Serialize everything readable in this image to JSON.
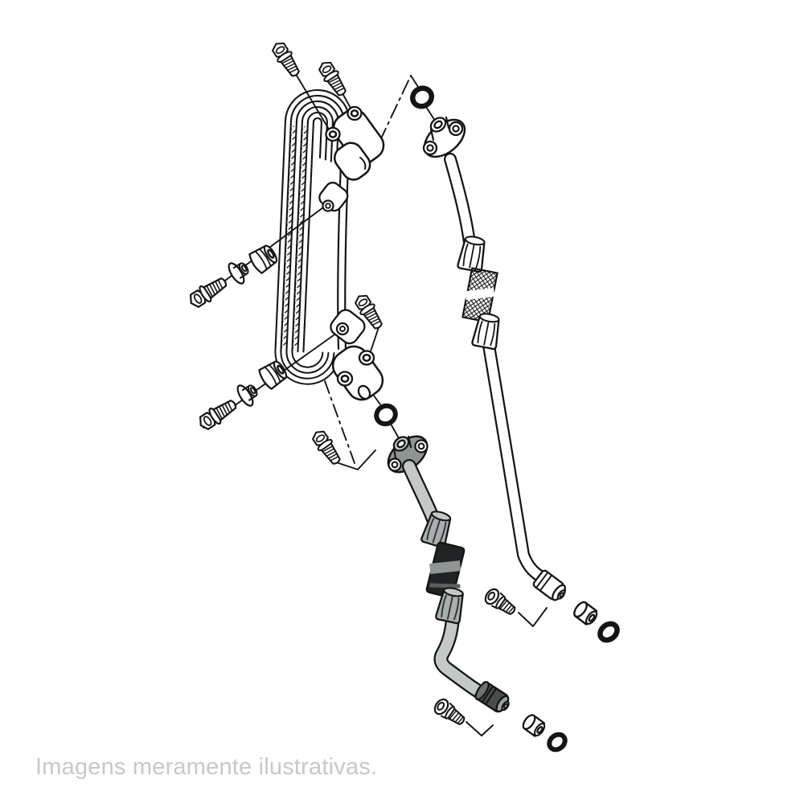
{
  "image": {
    "type": "exploded-parts-diagram",
    "subject": "engine oil cooler with feed and return oil hoses",
    "caption": "Imagens meramente ilustrativas.",
    "background": "#ffffff",
    "colors": {
      "line": "#151515",
      "highlight_hose_tube": "#c4c8c7",
      "highlight_hose_fitting": "#8f9494",
      "braided_sleeve_dark": "#1f2323",
      "caption_text": "#c8c8c8"
    },
    "parts": [
      {
        "name": "oil-cooler-core",
        "qty": 1
      },
      {
        "name": "cooler-top-fitting",
        "qty": 1
      },
      {
        "name": "cooler-bottom-fitting",
        "qty": 1
      },
      {
        "name": "mounting-tab",
        "qty": 2
      },
      {
        "name": "hex-flange-bolt",
        "qty": 6
      },
      {
        "name": "washer",
        "qty": 2
      },
      {
        "name": "rubber-grommet",
        "qty": 2
      },
      {
        "name": "o-ring",
        "qty": 4
      },
      {
        "name": "return-hose-assembly",
        "qty": 1
      },
      {
        "name": "feed-hose-assembly-highlighted",
        "qty": 1
      },
      {
        "name": "hose-flange",
        "qty": 2
      },
      {
        "name": "crimp-collar",
        "qty": 4
      },
      {
        "name": "braided-sleeve",
        "qty": 2
      },
      {
        "name": "end-fitting",
        "qty": 2
      },
      {
        "name": "socket-head-bolt",
        "qty": 2
      },
      {
        "name": "spacer-bushing",
        "qty": 2
      }
    ]
  }
}
